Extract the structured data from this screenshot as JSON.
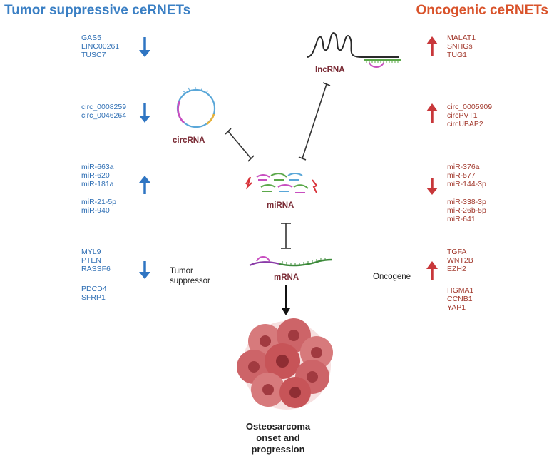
{
  "titles": {
    "left": "Tumor suppressive ceRNETs",
    "right": "Oncogenic ceRNETs"
  },
  "left_groups": {
    "lncrna": [
      "GAS5",
      "LINC00261",
      "TUSC7"
    ],
    "circrna": [
      "circ_0008259",
      "circ_0046264"
    ],
    "mirna_a": [
      "miR-663a",
      "miR-620",
      "miR-181a"
    ],
    "mirna_b": [
      "miR-21-5p",
      "miR-940"
    ],
    "mrna_a": [
      "MYL9",
      "PTEN",
      "RASSF6"
    ],
    "mrna_b": [
      "PDCD4",
      "SFRP1"
    ]
  },
  "right_groups": {
    "lncrna": [
      "MALAT1",
      "SNHGs",
      "TUG1"
    ],
    "circrna": [
      "circ_0005909",
      "circPVT1",
      "circUBAP2"
    ],
    "mirna_a": [
      "miR-376a",
      "miR-577",
      "miR-144-3p"
    ],
    "mirna_b": [
      "miR-338-3p",
      "miR-26b-5p",
      "miR-641"
    ],
    "mrna_a": [
      "TGFA",
      "WNT2B",
      "EZH2"
    ],
    "mrna_b": [
      "HGMA1",
      "CCNB1",
      "YAP1"
    ]
  },
  "nodes": {
    "lncrna": "lncRNA",
    "circrna": "circRNA",
    "mirna": "miRNA",
    "mrna": "mRNA"
  },
  "side_labels": {
    "tumor_suppressor": [
      "Tumor",
      "suppressor"
    ],
    "oncogene": "Oncogene"
  },
  "outcome": [
    "Osteosarcoma",
    "onset and",
    "progression"
  ],
  "colors": {
    "left_title": "#3a7fc4",
    "right_title": "#d9532b",
    "left_text": "#2f6fb4",
    "right_text": "#a2392d",
    "arrow_blue": "#2f75c2",
    "arrow_red": "#c8373a",
    "node_label": "#7a2b35",
    "tumor": "#c4585e"
  },
  "icons": {
    "down_arrow": "arrow-down-icon",
    "up_arrow": "arrow-up-icon",
    "inhibition": "inhibition-line-icon",
    "tumor": "tumor-cell-cluster-icon"
  }
}
